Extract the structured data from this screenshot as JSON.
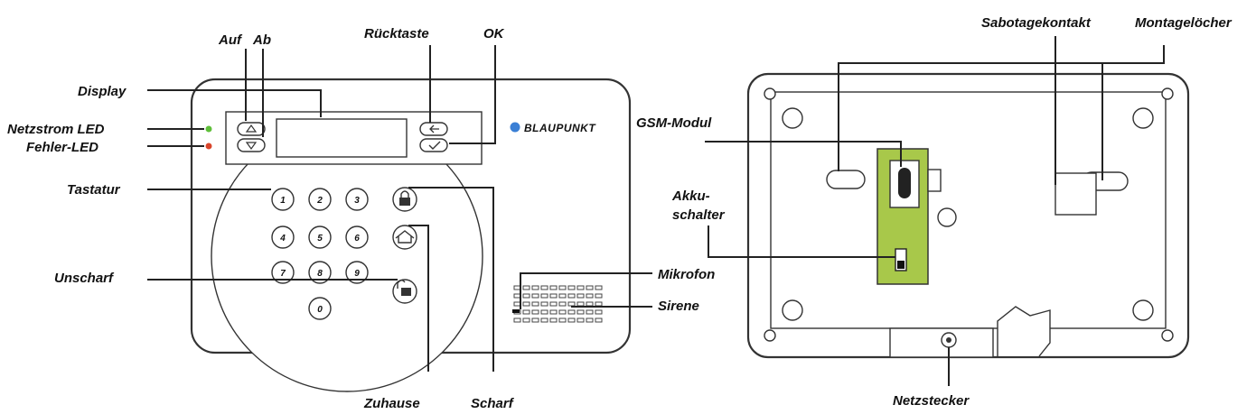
{
  "brand": {
    "name": "BLAUPUNKT",
    "dot_color": "#3a7fd5"
  },
  "keypad": [
    "1",
    "2",
    "3",
    "4",
    "5",
    "6",
    "7",
    "8",
    "9",
    "0"
  ],
  "colors": {
    "led_green": "#5fbf3a",
    "led_red": "#d9452b",
    "gsm_board": "#a8c84a"
  },
  "labels": {
    "auf": "Auf",
    "ab": "Ab",
    "ruecktaste": "Rücktaste",
    "ok": "OK",
    "display": "Display",
    "netzstrom_led": "Netzstrom LED",
    "fehler_led": "Fehler-LED",
    "tastatur": "Tastatur",
    "unscharf": "Unscharf",
    "zuhause": "Zuhause",
    "scharf": "Scharf",
    "mikrofon": "Mikrofon",
    "sirene": "Sirene",
    "sabotagekontakt": "Sabotagekontakt",
    "montageloecher": "Montagelöcher",
    "gsm_modul": "GSM-Modul",
    "akku_line1": "Akku-",
    "akku_line2": "schalter",
    "netzstecker": "Netzstecker"
  }
}
